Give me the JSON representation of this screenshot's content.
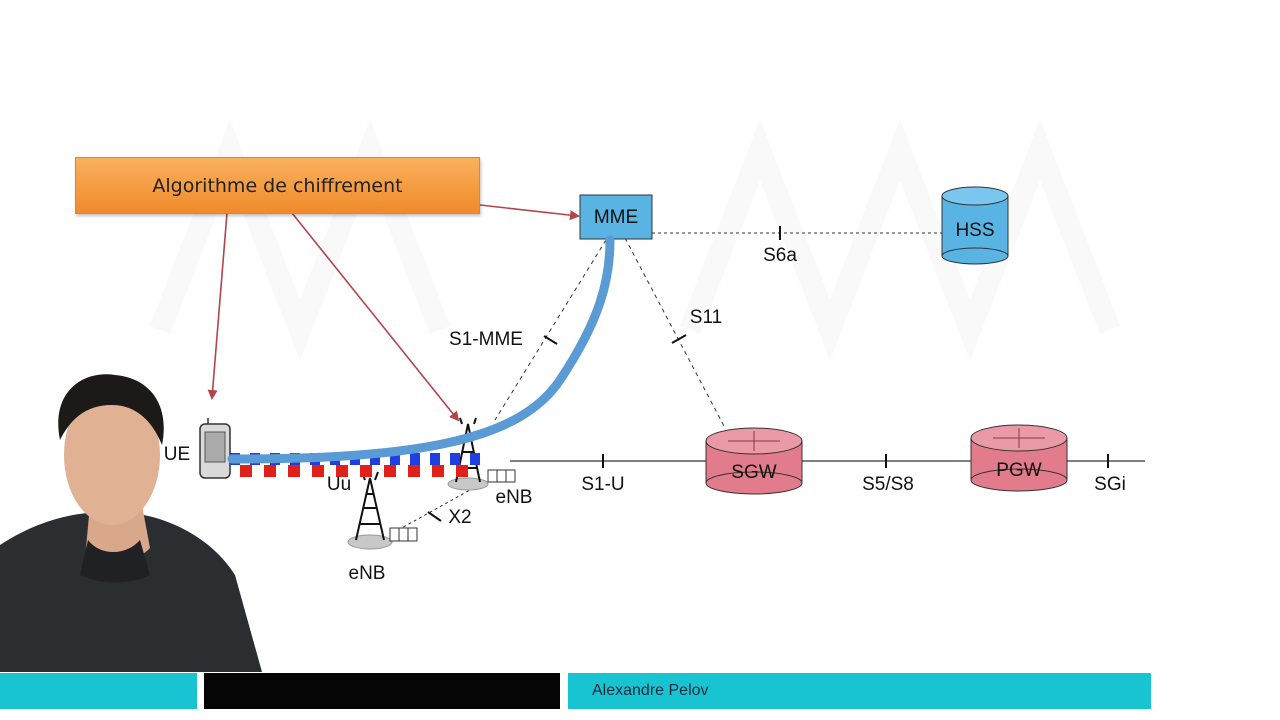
{
  "callout": {
    "text": "Algorithme de chiffrement"
  },
  "nodes": {
    "mme": "MME",
    "hss": "HSS",
    "sgw": "SGW",
    "pgw": "PGW",
    "ue": "UE",
    "enb_main": "eNB",
    "enb_second": "eNB"
  },
  "interfaces": {
    "s6a": "S6a",
    "s11": "S11",
    "s1_mme": "S1-MME",
    "s1_u": "S1-U",
    "s5_s8": "S5/S8",
    "sgi": "SGi",
    "uu": "Uu",
    "x2": "X2"
  },
  "footer": {
    "presenter": "Alexandre Pelov"
  },
  "colors": {
    "mme_fill": "#5ab4e3",
    "hss_fill": "#5ab4e3",
    "gw_fill": "#e27c8c",
    "arrow": "#b5434a",
    "tunnel": "#5b9bd5",
    "dash_blue": "#1f3fe0",
    "dash_red": "#e0201a",
    "footer_bar": "#19c4d2"
  }
}
